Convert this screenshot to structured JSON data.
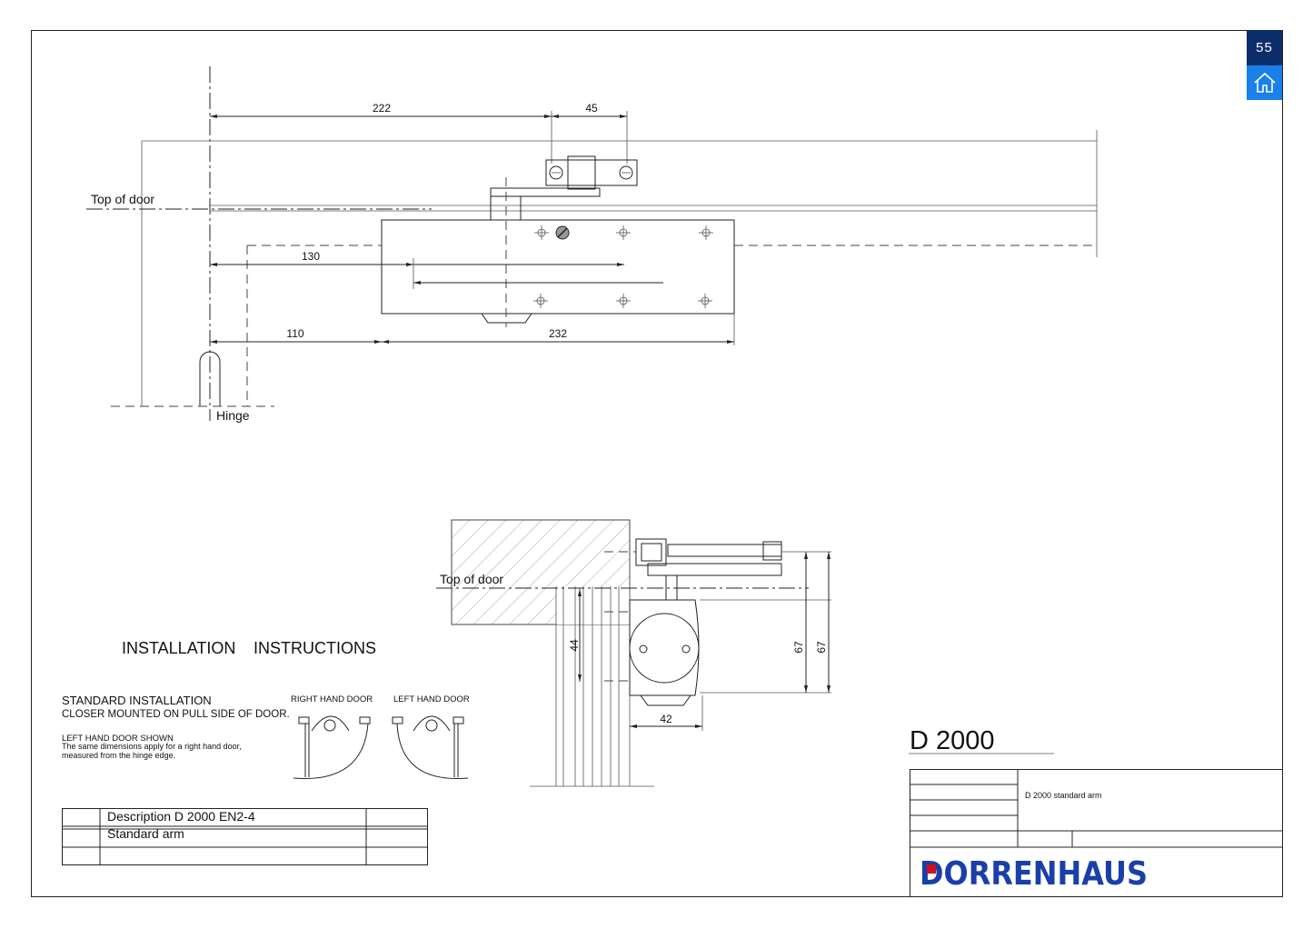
{
  "page_number": "55",
  "home_button": {
    "icon": "home-icon"
  },
  "top_view": {
    "label_top_of_door": "Top of door",
    "label_hinge": "Hinge",
    "dims": {
      "d222": "222",
      "d45": "45",
      "d130": "130",
      "d110": "110",
      "d232": "232"
    }
  },
  "side_view": {
    "label_top_of_door": "Top of door",
    "dims": {
      "d44": "44",
      "d67a": "67",
      "d67b": "67",
      "d42": "42"
    }
  },
  "instructions": {
    "heading_1": "INSTALLATION",
    "heading_2": "INSTRUCTIONS",
    "standard_title": "STANDARD INSTALLATION",
    "standard_sub": "CLOSER MOUNTED ON PULL SIDE OF DOOR.",
    "left_hand_shown": "LEFT HAND DOOR SHOWN",
    "note_line_1": "The same dimensions apply for a right hand door,",
    "note_line_2": "measured from the hinge edge.",
    "right_hand_door": "RIGHT HAND DOOR",
    "left_hand_door": "LEFT HAND DOOR"
  },
  "description_table": {
    "row1": "Description D 2000 EN2-4",
    "row2": "Standard arm"
  },
  "title_block": {
    "model": "D 2000",
    "description": "D 2000 standard arm",
    "brand": "DORRENHAUS",
    "brand_color": "#1a3fa8",
    "brand_accent": "#d0101a"
  }
}
